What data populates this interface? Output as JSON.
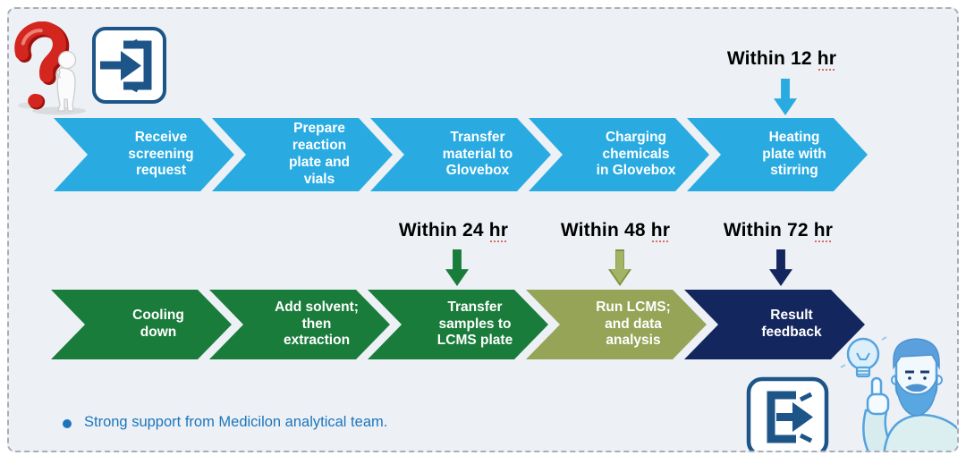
{
  "colors": {
    "card_background": "#EDF1F6",
    "card_dashed_border": "#A8AEB8",
    "step_blue": "#29ABE2",
    "step_green": "#1A7C3B",
    "step_olive": "#95A457",
    "step_navy": "#14265E",
    "annotation_text": "#000000",
    "footnote_blue": "#1C75BB",
    "icon_navy": "#1D5588",
    "cartoon_blue": "#53A3DF",
    "question_red": "#D3261E"
  },
  "process": {
    "row1": {
      "steps": [
        {
          "label": "Receive\nscreening\nrequest",
          "color": "#29ABE2"
        },
        {
          "label": "Prepare\nreaction\nplate and\nvials",
          "color": "#29ABE2"
        },
        {
          "label": "Transfer\nmaterial to\nGlovebox",
          "color": "#29ABE2"
        },
        {
          "label": "Charging\nchemicals\nin Glovebox",
          "color": "#29ABE2"
        },
        {
          "label": "Heating\nplate with\nstirring",
          "color": "#29ABE2"
        }
      ]
    },
    "row2": {
      "steps": [
        {
          "label": "Cooling\ndown",
          "color": "#1A7C3B"
        },
        {
          "label": "Add solvent;\nthen\nextraction",
          "color": "#1A7C3B"
        },
        {
          "label": "Transfer\nsamples to\nLCMS plate",
          "color": "#1A7C3B"
        },
        {
          "label": "Run LCMS;\nand data\nanalysis",
          "color": "#95A457"
        },
        {
          "label": "Result\nfeedback",
          "color": "#14265E"
        }
      ]
    }
  },
  "annotations": {
    "t12": {
      "prefix": "Within 12",
      "unit": "hr",
      "arrow_color": "#29ABE2"
    },
    "t24": {
      "prefix": "Within 24",
      "unit": "hr",
      "arrow_color": "#1A7C3B"
    },
    "t48": {
      "prefix": "Within 48",
      "unit": "hr",
      "arrow_color": "#95A457"
    },
    "t72": {
      "prefix": "Within 72",
      "unit": "hr",
      "arrow_color": "#14265E"
    }
  },
  "footnote": {
    "text": "Strong support from Medicilon analytical team."
  },
  "icons": {
    "top_left_1": "question-mark-3d-figure",
    "top_left_2": "enter-login-icon",
    "bottom_right_1": "exit-logout-icon",
    "bottom_right_2": "man-with-idea-lightbulb"
  }
}
